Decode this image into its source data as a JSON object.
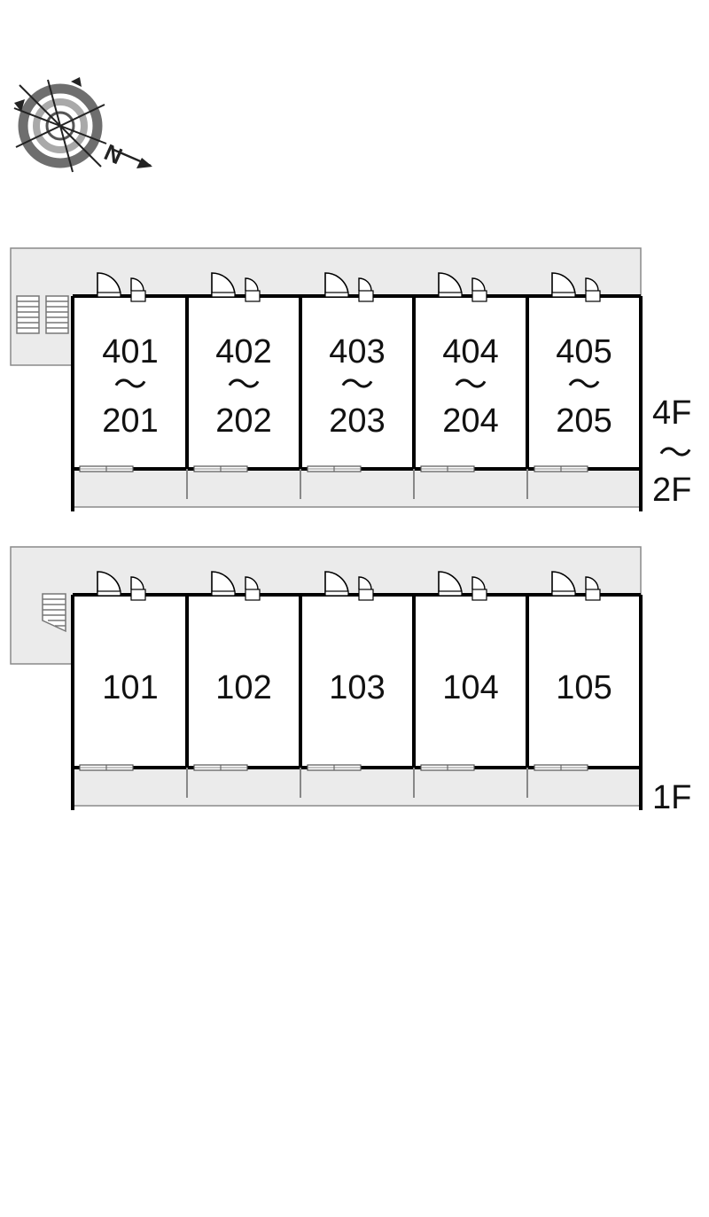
{
  "compass": {
    "north_label": "N",
    "icon": "compass-icon"
  },
  "colors": {
    "wall": "#000000",
    "corridor": "#ebebeb",
    "corridor_border": "#8a8a8a",
    "text": "#111111"
  },
  "upper_block": {
    "units": [
      {
        "top": "401",
        "sep": "～",
        "bottom": "201"
      },
      {
        "top": "402",
        "sep": "～",
        "bottom": "202"
      },
      {
        "top": "403",
        "sep": "～",
        "bottom": "203"
      },
      {
        "top": "404",
        "sep": "～",
        "bottom": "204"
      },
      {
        "top": "405",
        "sep": "～",
        "bottom": "205"
      }
    ],
    "floor": {
      "top": "4F",
      "sep": "～",
      "bottom": "2F"
    }
  },
  "lower_block": {
    "units": [
      {
        "label": "101"
      },
      {
        "label": "102"
      },
      {
        "label": "103"
      },
      {
        "label": "104"
      },
      {
        "label": "105"
      }
    ],
    "floor": {
      "label": "1F"
    }
  }
}
